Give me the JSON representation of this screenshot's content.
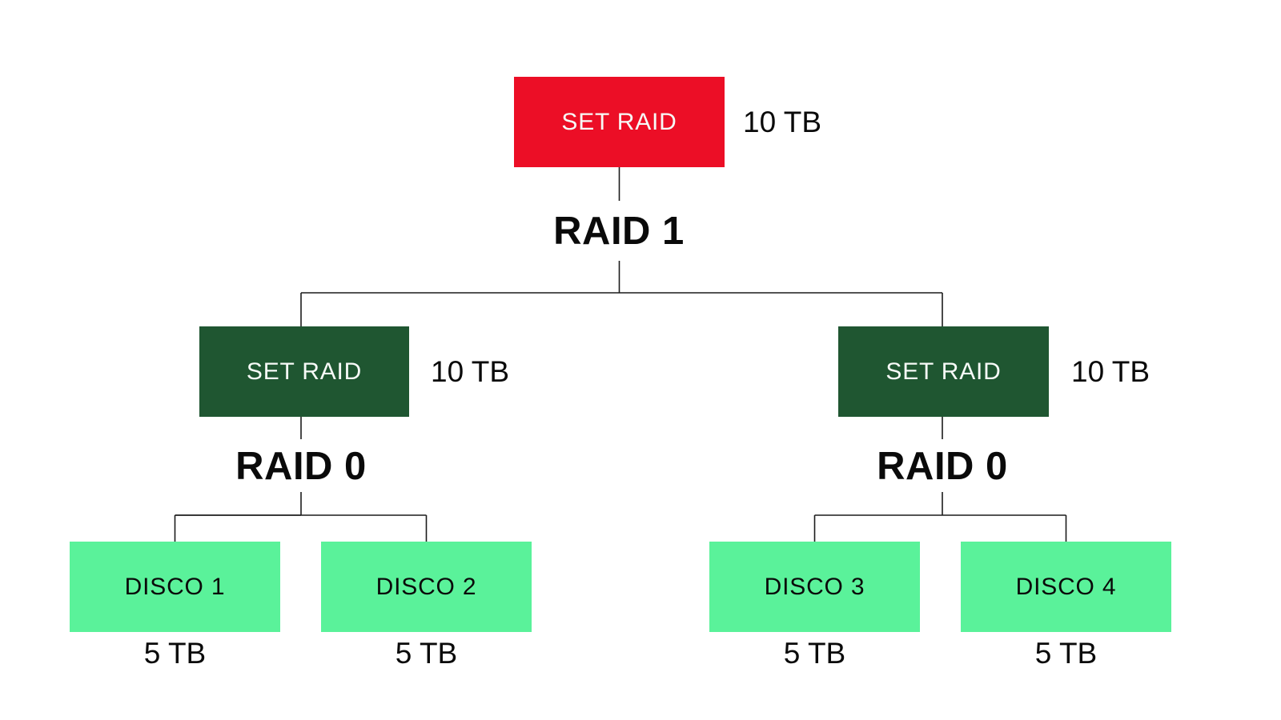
{
  "colors": {
    "background": "#ffffff",
    "root_box": "#ec0e26",
    "raid_box": "#1f5631",
    "disk_box": "#5af29a",
    "box_text_light": "#f7faf7",
    "text": "#0a0a0a",
    "line": "#1c1c1c"
  },
  "root": {
    "box_label": "SET RAID",
    "capacity": "10 TB",
    "raid_level": "RAID 1"
  },
  "groups": [
    {
      "box_label": "SET RAID",
      "capacity": "10 TB",
      "raid_level": "RAID 0",
      "disks": [
        {
          "label": "DISCO 1",
          "capacity": "5 TB"
        },
        {
          "label": "DISCO 2",
          "capacity": "5 TB"
        }
      ]
    },
    {
      "box_label": "SET RAID",
      "capacity": "10 TB",
      "raid_level": "RAID 0",
      "disks": [
        {
          "label": "DISCO 3",
          "capacity": "5 TB"
        },
        {
          "label": "DISCO 4",
          "capacity": "5 TB"
        }
      ]
    }
  ]
}
